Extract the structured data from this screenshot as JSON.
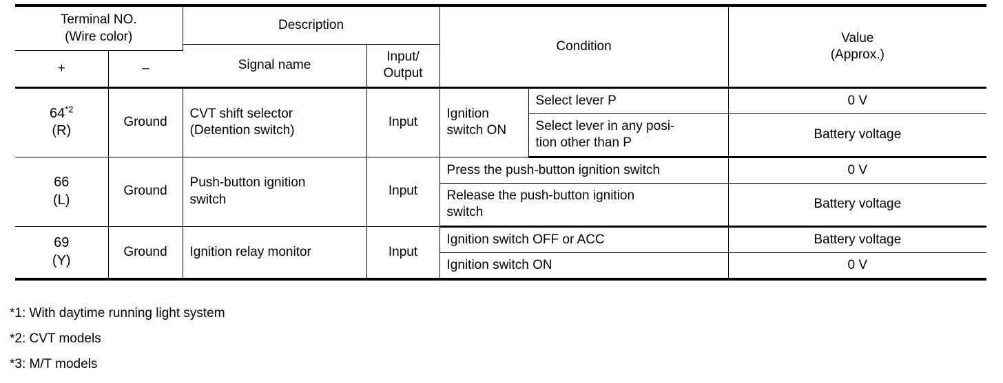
{
  "table": {
    "headers": {
      "terminal_no": "Terminal NO.",
      "wire_color": "(Wire color)",
      "plus": "+",
      "minus": "–",
      "description": "Description",
      "signal_name": "Signal name",
      "input_output_line1": "Input/",
      "input_output_line2": "Output",
      "condition": "Condition",
      "value": "Value",
      "value_approx": "(Approx.)"
    },
    "rows": [
      {
        "terminal_number": "64",
        "terminal_footnote": "*2",
        "wire_color": "(R)",
        "minus": "Ground",
        "signal_name_line1": "CVT shift selector",
        "signal_name_line2": "(Detention switch)",
        "input_output": "Input",
        "condition_group": "Ignition switch ON",
        "conditions": [
          {
            "text": "Select lever P",
            "value": "0 V"
          },
          {
            "text": "Select lever in any posi-\ntion other than P",
            "value": "Battery voltage"
          }
        ]
      },
      {
        "terminal_number": "66",
        "terminal_footnote": "",
        "wire_color": "(L)",
        "minus": "Ground",
        "signal_name_line1": "Push-button ignition",
        "signal_name_line2": "switch",
        "input_output": "Input",
        "condition_group": "",
        "conditions": [
          {
            "text": "Press the push-button ignition switch",
            "value": "0 V"
          },
          {
            "text": "Release the push-button ignition\nswitch",
            "value": "Battery voltage"
          }
        ]
      },
      {
        "terminal_number": "69",
        "terminal_footnote": "",
        "wire_color": "(Y)",
        "minus": "Ground",
        "signal_name_line1": "Ignition relay monitor",
        "signal_name_line2": "",
        "input_output": "Input",
        "condition_group": "",
        "conditions": [
          {
            "text": "Ignition switch OFF or ACC",
            "value": "Battery voltage"
          },
          {
            "text": "Ignition switch ON",
            "value": "0 V"
          }
        ]
      }
    ]
  },
  "footnotes": [
    "*1: With daytime running light system",
    "*2: CVT models",
    "*3: M/T models"
  ],
  "colors": {
    "border": "#000000",
    "text": "#000000",
    "background": "#ffffff"
  }
}
